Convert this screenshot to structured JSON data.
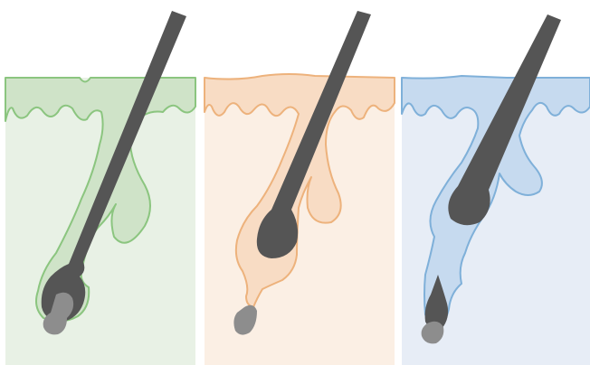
{
  "panels": [
    {
      "id": "panel-green",
      "background": "#e8f1e5",
      "fill": "#cfe3c8",
      "stroke": "#8bc57f",
      "hair": "#555555",
      "bulb": "#8d8d8d"
    },
    {
      "id": "panel-orange",
      "background": "#fbefe4",
      "fill": "#f8dcc4",
      "stroke": "#edb27c",
      "hair": "#555555",
      "bulb": "#8d8d8d"
    },
    {
      "id": "panel-blue",
      "background": "#e7edf6",
      "fill": "#c6daef",
      "stroke": "#7fb0d9",
      "hair": "#555555",
      "bulb": "#8d8d8d"
    }
  ]
}
